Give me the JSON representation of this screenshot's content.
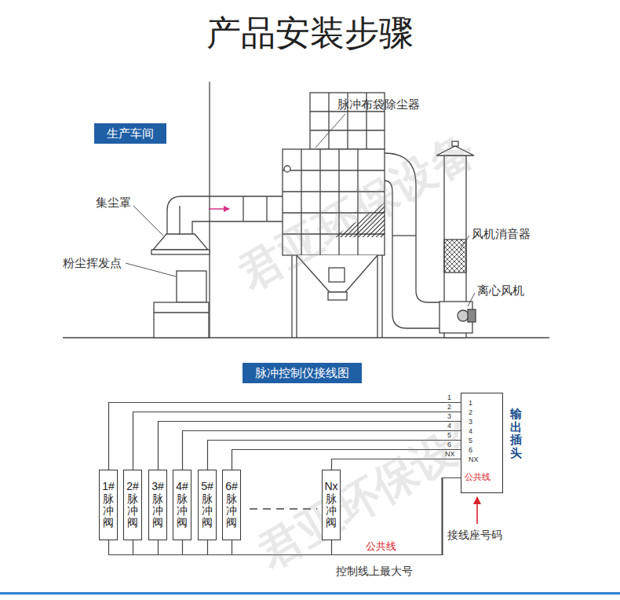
{
  "diagram": {
    "title": "产品安装步骤",
    "nodes": [
      {
        "text": [
          "生产车间"
        ]
      },
      {
        "text": [
          "脉冲控制仪接线图"
        ]
      },
      {
        "text": [
          "1#脉冲阀"
        ]
      },
      {
        "text": [
          "2#脉冲阀"
        ]
      },
      {
        "text": [
          "3#脉冲阀"
        ]
      },
      {
        "text": [
          "4#脉冲阀"
        ]
      },
      {
        "text": [
          "5#脉冲阀"
        ]
      },
      {
        "text": [
          "6#脉冲阀"
        ]
      },
      {
        "text": [
          "Nx脉冲阀"
        ]
      },
      {
        "text": [
          "1",
          "2",
          "3",
          "4",
          "5",
          "6",
          "NX",
          "公共线",
          "输出插头"
        ]
      }
    ],
    "edges": [
      {
        "from": 2,
        "to": 9,
        "arrow": "none",
        "label": "1"
      },
      {
        "from": 3,
        "to": 9,
        "arrow": "none",
        "label": "2"
      },
      {
        "from": 4,
        "to": 9,
        "arrow": "none",
        "label": "3"
      },
      {
        "from": 5,
        "to": 9,
        "arrow": "none",
        "label": "4"
      },
      {
        "from": 6,
        "to": 9,
        "arrow": "none",
        "label": "5"
      },
      {
        "from": 7,
        "to": 9,
        "arrow": "none",
        "label": "6"
      },
      {
        "from": 8,
        "to": 9,
        "arrow": "none",
        "label": "NX"
      },
      {
        "from": 2,
        "to": 9,
        "arrow": "none"
      },
      {
        "from": 3,
        "to": 9,
        "arrow": "none"
      },
      {
        "from": 4,
        "to": 9,
        "arrow": "none"
      },
      {
        "from": 5,
        "to": 9,
        "arrow": "none"
      },
      {
        "from": 6,
        "to": 9,
        "arrow": "none"
      },
      {
        "from": 7,
        "to": 9,
        "arrow": "none"
      },
      {
        "from": 8,
        "to": 9,
        "arrow": "none",
        "label": "公共线"
      }
    ],
    "labels": [
      "集尘罩",
      "粉尘挥发点",
      "脉冲布袋除尘器",
      "风机消音器",
      "离心风机",
      "接线座号码",
      "控制线上最大号",
      "君亚环保设备",
      "君亚环保设备"
    ]
  }
}
